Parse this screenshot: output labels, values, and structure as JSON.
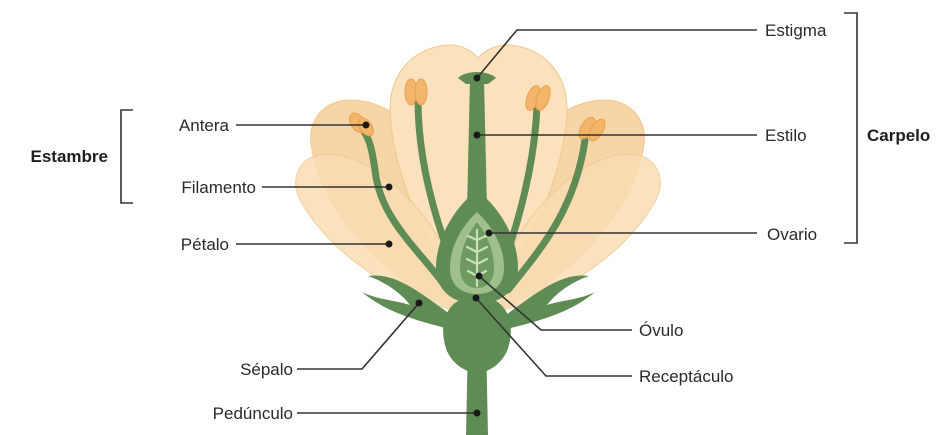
{
  "labels": {
    "estigma": "Estigma",
    "estilo": "Estilo",
    "ovario": "Ovario",
    "ovulo": "Óvulo",
    "receptaculo": "Receptáculo",
    "antera": "Antera",
    "filamento": "Filamento",
    "petalo": "Pétalo",
    "sepalo": "Sépalo",
    "pedunculo": "Pedúnculo"
  },
  "groups": {
    "estambre": "Estambre",
    "carpelo": "Carpelo"
  },
  "colors": {
    "petal": "#f8dcb0",
    "petal_edge": "#f1c98c",
    "stem": "#5f8c55",
    "stem_dark": "#4c7644",
    "ovary_inner": "#9fc08c",
    "anther": "#f3b56a",
    "line": "#333333"
  }
}
